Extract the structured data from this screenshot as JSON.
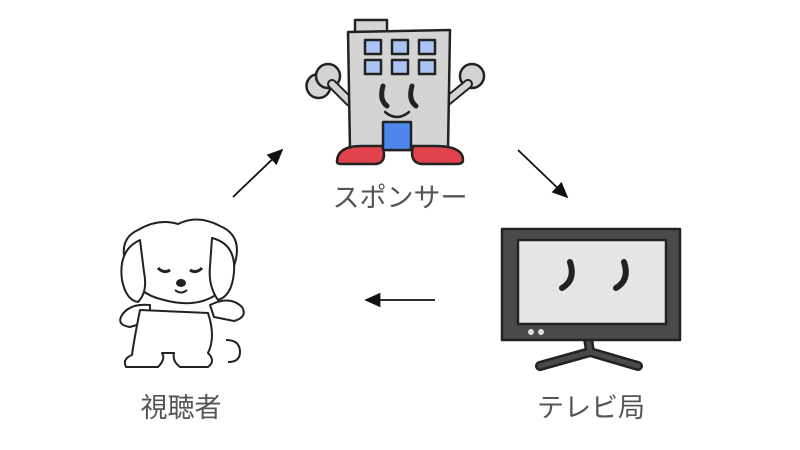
{
  "nodes": {
    "sponsor": {
      "label": "スポンサー"
    },
    "tv_station": {
      "label": "テレビ局"
    },
    "viewer": {
      "label": "視聴者"
    }
  },
  "edges": [
    {
      "from": "viewer",
      "to": "sponsor"
    },
    {
      "from": "sponsor",
      "to": "tv_station"
    },
    {
      "from": "tv_station",
      "to": "viewer"
    }
  ],
  "colors": {
    "building": "#d4d4d4",
    "window": "#a9c4f5",
    "door": "#4f86ee",
    "shoes": "#e0434b",
    "screen": "#e6e6e6",
    "tv_frame": "#4a4a4a",
    "text": "#555555"
  }
}
